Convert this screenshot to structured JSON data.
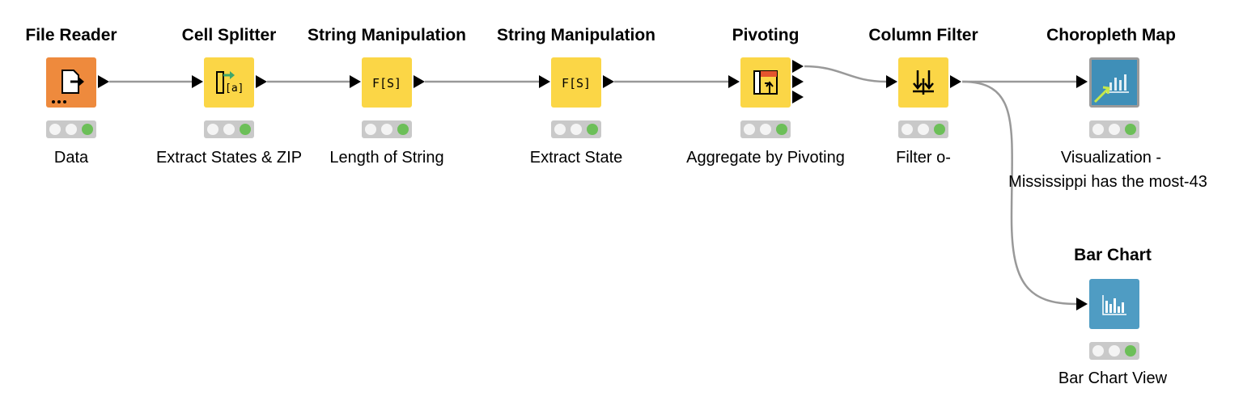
{
  "workflow": {
    "nodes": [
      {
        "id": "file-reader",
        "title": "File Reader",
        "label": "Data",
        "color": "#ee8a3d",
        "icon": "file-reader-icon"
      },
      {
        "id": "cell-splitter",
        "title": "Cell Splitter",
        "label": "Extract States & ZIP",
        "color": "#fbd646",
        "icon": "cell-splitter-icon"
      },
      {
        "id": "string-manip-1",
        "title": "String Manipulation",
        "label": "Length of String",
        "color": "#fbd646",
        "icon": "string-manipulation-icon",
        "glyph": "F[S]"
      },
      {
        "id": "string-manip-2",
        "title": "String Manipulation",
        "label": "Extract State",
        "color": "#fbd646",
        "icon": "string-manipulation-icon",
        "glyph": "F[S]"
      },
      {
        "id": "pivoting",
        "title": "Pivoting",
        "label": "Aggregate by Pivoting",
        "color": "#fbd646",
        "icon": "pivoting-icon"
      },
      {
        "id": "column-filter",
        "title": "Column Filter",
        "label": "Filter o-",
        "color": "#fbd646",
        "icon": "column-filter-icon"
      },
      {
        "id": "choropleth-map",
        "title": "Choropleth Map",
        "label_line1": "Visualization -",
        "label_line2": "Mississippi has the most-43",
        "color": "#3f8fb8",
        "icon": "choropleth-map-icon"
      },
      {
        "id": "bar-chart",
        "title": "Bar Chart",
        "label": "Bar Chart View",
        "color": "#4f9cc3",
        "icon": "bar-chart-icon"
      }
    ],
    "status_colors": {
      "inactive": "#f4f4f4",
      "executed": "#6cbf58",
      "frame": "#c9c9c9"
    },
    "connection_color": "#999999"
  }
}
